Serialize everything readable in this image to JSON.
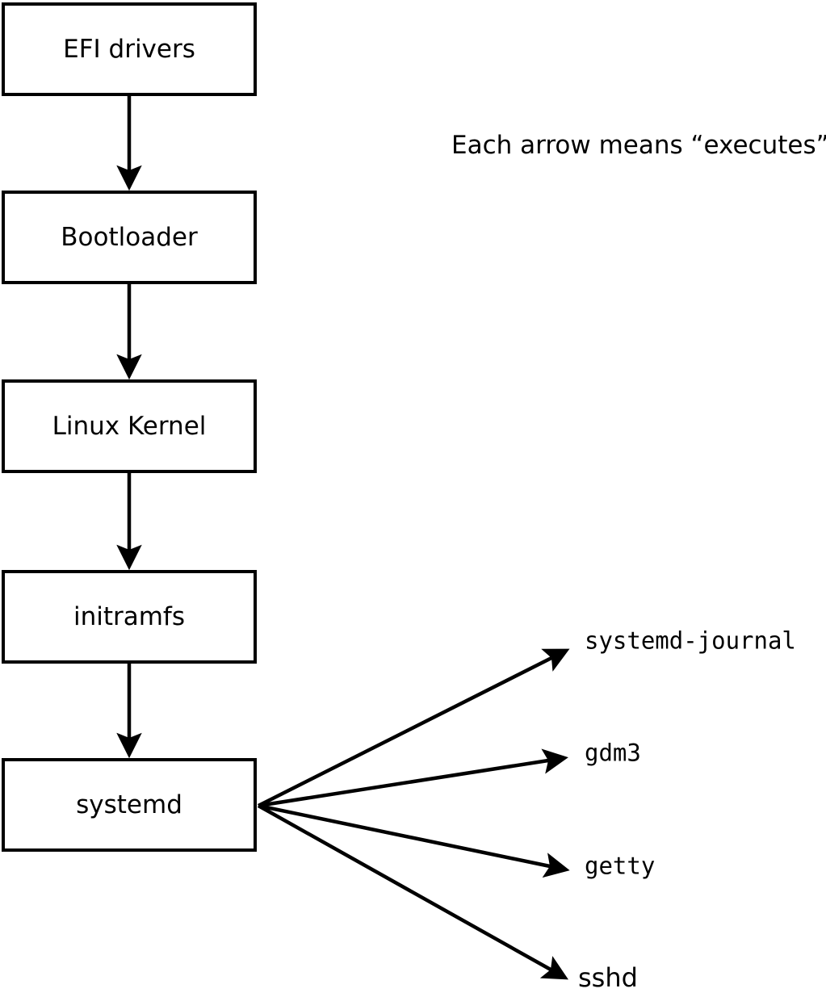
{
  "diagram": {
    "note": "Each arrow means “executes”.",
    "boxes": [
      {
        "label": "EFI drivers"
      },
      {
        "label": "Bootloader"
      },
      {
        "label": "Linux Kernel"
      },
      {
        "label": "initramfs"
      },
      {
        "label": "systemd"
      }
    ],
    "spawned_processes": [
      {
        "label": "systemd-journal"
      },
      {
        "label": "gdm3"
      },
      {
        "label": "getty"
      },
      {
        "label": "sshd"
      }
    ],
    "arrow_meaning": "executes",
    "colors": {
      "foreground": "#000000",
      "background": "#ffffff"
    }
  }
}
